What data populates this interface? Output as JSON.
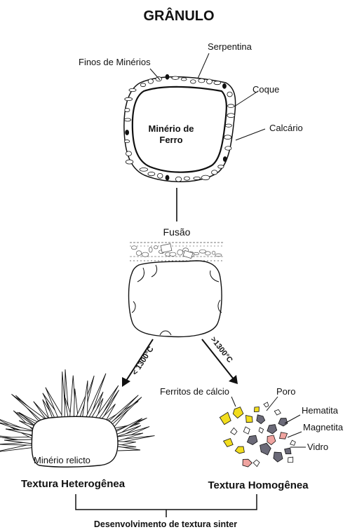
{
  "title": "GRÂNULO",
  "granule": {
    "labels": {
      "fines": "Finos de Minérios",
      "serpentine": "Serpentina",
      "coke": "Coque",
      "limestone": "Calcário",
      "core_line1": "Minério de",
      "core_line2": "Ferro"
    }
  },
  "fusion": {
    "label": "Fusão"
  },
  "branches": {
    "left_temp": "< 1300°C",
    "right_temp": ">1300°C"
  },
  "heterogeneous": {
    "relict_label": "Minério relicto",
    "caption": "Textura Heterogênea"
  },
  "homogeneous": {
    "labels": {
      "calcium_ferrites": "Ferritos de cálcio",
      "pore": "Poro",
      "hematite": "Hematita",
      "magnetite": "Magnetita",
      "glass": "Vidro"
    },
    "caption": "Textura Homogênea"
  },
  "footer": "Desenvolvimento de textura sinter",
  "colors": {
    "ferrite": "#f2dd1e",
    "hematite": "#6b6a78",
    "magnetite": "#f0a4a0",
    "glass": "#ffffff",
    "outline": "#111111"
  }
}
